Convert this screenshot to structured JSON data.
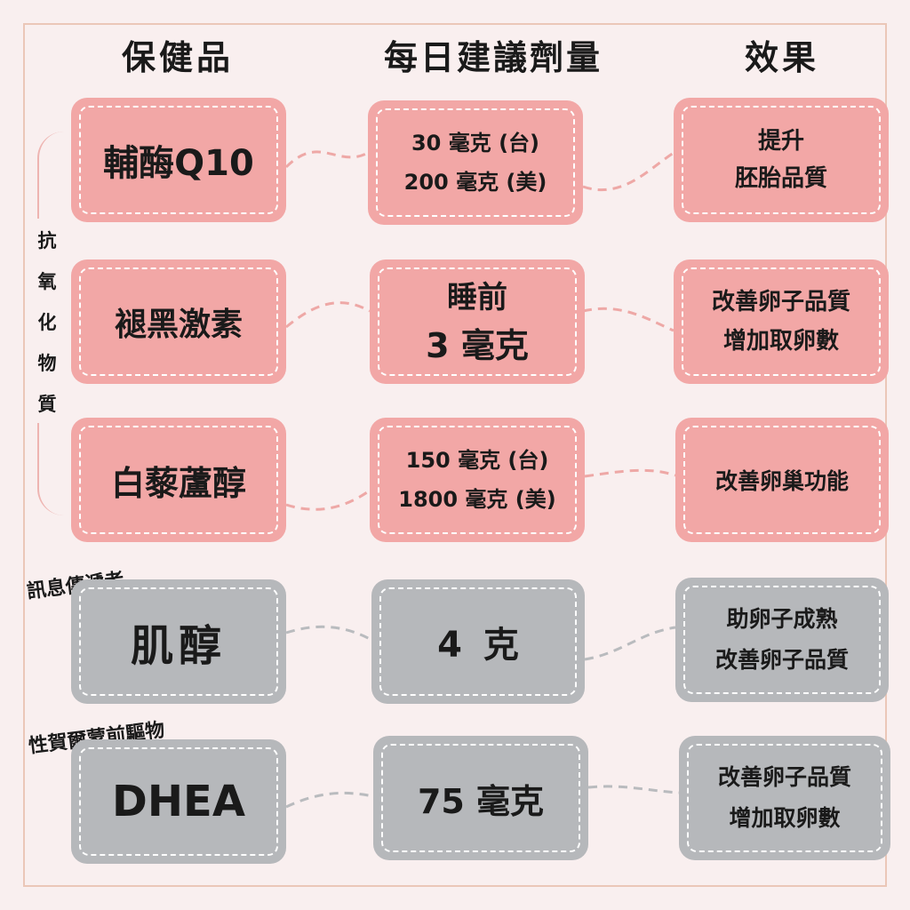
{
  "headers": {
    "supplement": "保健品",
    "dosage": "每日建議劑量",
    "effect": "效果"
  },
  "groups": {
    "antioxidant": [
      "抗",
      "氧",
      "化",
      "物",
      "質"
    ],
    "messenger": "訊息傳遞者",
    "hormone_precursor": "性賀爾蒙前驅物"
  },
  "rows": [
    {
      "name": "輔酶Q10",
      "dosage": [
        "30 毫克 (台)",
        "200 毫克 (美)"
      ],
      "effect": [
        "提升",
        "胚胎品質"
      ],
      "color": "#f2a7a6"
    },
    {
      "name": "褪黑激素",
      "dosage": [
        "睡前",
        "3 毫克"
      ],
      "effect": [
        "改善卵子品質",
        "增加取卵數"
      ],
      "color": "#f2a7a6"
    },
    {
      "name": "白藜蘆醇",
      "dosage": [
        "150 毫克 (台)",
        "1800 毫克 (美)"
      ],
      "effect": [
        "改善卵巢功能"
      ],
      "color": "#f2a7a6"
    },
    {
      "name": "肌醇",
      "dosage": [
        "4 克"
      ],
      "effect": [
        "助卵子成熟",
        "改善卵子品質"
      ],
      "color": "#b6b8bb"
    },
    {
      "name": "DHEA",
      "dosage": [
        "75 毫克"
      ],
      "effect": [
        "改善卵子品質",
        "增加取卵數"
      ],
      "color": "#b6b8bb"
    }
  ]
}
